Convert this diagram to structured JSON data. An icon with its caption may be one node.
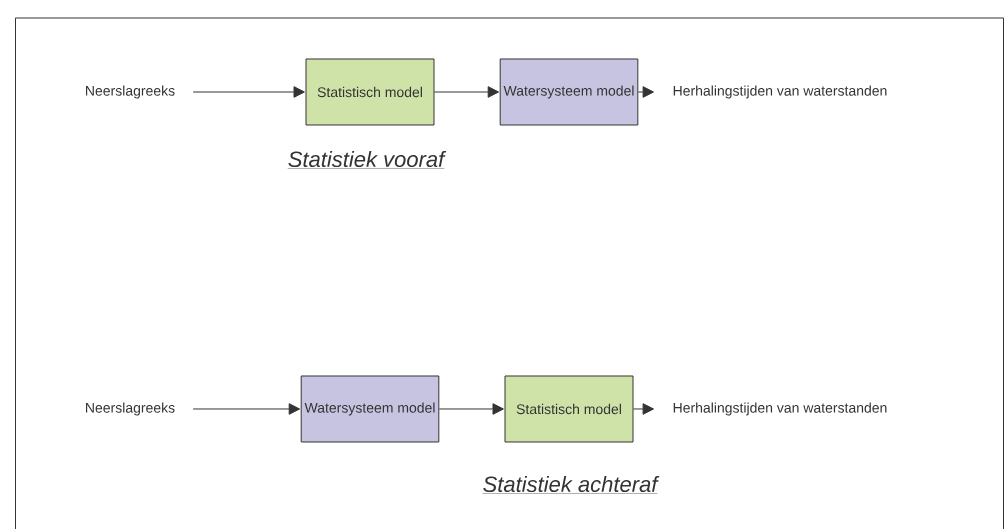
{
  "diagram": {
    "nodes": [
      {
        "text": [
          "Neerslagreeks"
        ]
      },
      {
        "text": [
          "Statistisch model"
        ]
      },
      {
        "text": [
          "Watersysteem model"
        ]
      },
      {
        "text": [
          "Herhalingstijden van waterstanden"
        ]
      },
      {
        "text": [
          "Neerslagreeks"
        ]
      },
      {
        "text": [
          "Watersysteem model"
        ]
      },
      {
        "text": [
          "Statistisch model"
        ]
      },
      {
        "text": [
          "Herhalingstijden van waterstanden"
        ]
      }
    ],
    "edges": [
      {
        "from": 0,
        "to": 1,
        "arrow": "to"
      },
      {
        "from": 1,
        "to": 2,
        "arrow": "to"
      },
      {
        "from": 2,
        "to": 3,
        "arrow": "to"
      },
      {
        "from": 4,
        "to": 5,
        "arrow": "to"
      },
      {
        "from": 5,
        "to": 6,
        "arrow": "to"
      },
      {
        "from": 6,
        "to": 7,
        "arrow": "to"
      }
    ],
    "labels": [
      "Statistiek vooraf",
      "Statistiek achteraf"
    ]
  }
}
